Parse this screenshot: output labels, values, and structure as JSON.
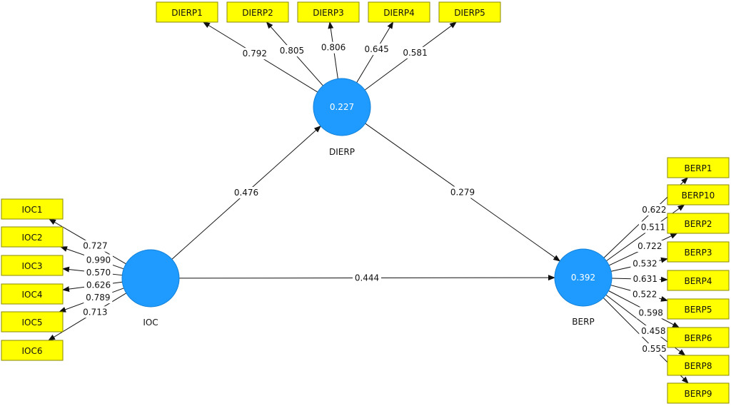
{
  "constructs": [
    {
      "id": "IOC",
      "name": "IOC",
      "r2": ""
    },
    {
      "id": "DIERP",
      "name": "DIERP",
      "r2": "0.227"
    },
    {
      "id": "BERP",
      "name": "BERP",
      "r2": "0.392"
    }
  ],
  "paths": [
    {
      "from": "IOC",
      "to": "DIERP",
      "coef": "0.476"
    },
    {
      "from": "DIERP",
      "to": "BERP",
      "coef": "0.279"
    },
    {
      "from": "IOC",
      "to": "BERP",
      "coef": "0.444"
    }
  ],
  "indicators": {
    "DIERP": [
      {
        "name": "DIERP1",
        "loading": "0.792"
      },
      {
        "name": "DIERP2",
        "loading": "0.805"
      },
      {
        "name": "DIERP3",
        "loading": "0.806"
      },
      {
        "name": "DIERP4",
        "loading": "0.645"
      },
      {
        "name": "DIERP5",
        "loading": "0.581"
      }
    ],
    "IOC": [
      {
        "name": "IOC1",
        "loading": "0.727"
      },
      {
        "name": "IOC2",
        "loading": "0.990"
      },
      {
        "name": "IOC3",
        "loading": "0.570"
      },
      {
        "name": "IOC4",
        "loading": "0.626"
      },
      {
        "name": "IOC5",
        "loading": "0.789"
      },
      {
        "name": "IOC6",
        "loading": "0.713"
      }
    ],
    "BERP": [
      {
        "name": "BERP1",
        "loading": "0.622"
      },
      {
        "name": "BERP10",
        "loading": "0.511"
      },
      {
        "name": "BERP2",
        "loading": "0.722"
      },
      {
        "name": "BERP3",
        "loading": "0.532"
      },
      {
        "name": "BERP4",
        "loading": "0.631"
      },
      {
        "name": "BERP5",
        "loading": "0.522"
      },
      {
        "name": "BERP6",
        "loading": "0.598"
      },
      {
        "name": "BERP8",
        "loading": "0.458"
      },
      {
        "name": "BERP9",
        "loading": "0.555"
      }
    ]
  },
  "colors": {
    "construct": "#1f9bff",
    "indicator": "#ffff00"
  }
}
